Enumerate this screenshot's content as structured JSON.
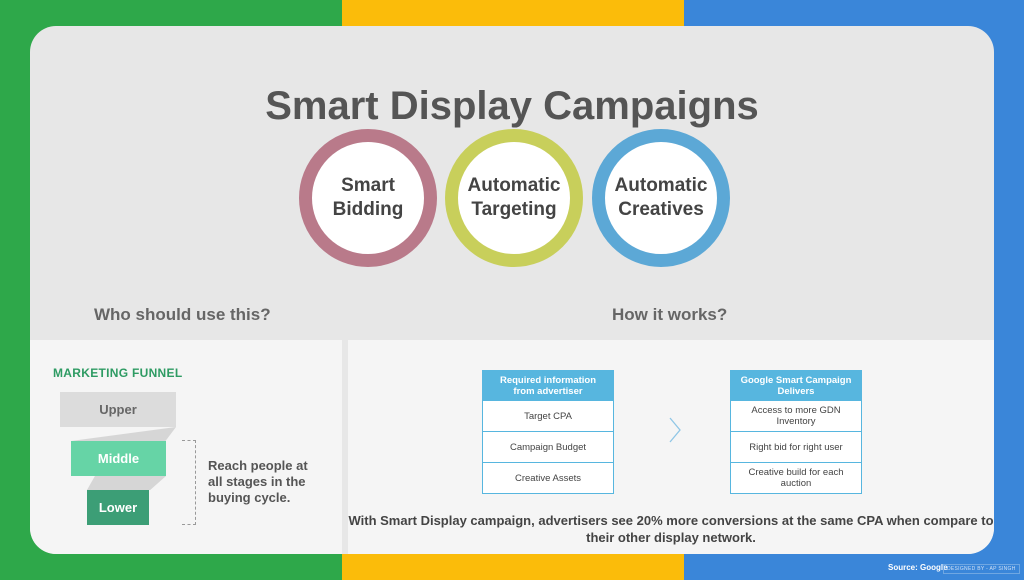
{
  "title": "Smart Display Campaigns",
  "colors": {
    "green": "#2ea84a",
    "yellow": "#fbbc0a",
    "blue": "#3a86d9",
    "circle_mauve": "#b97a8a",
    "circle_lime": "#c8cf5b",
    "circle_sky": "#5ca8d6",
    "header_blue": "#57b6df",
    "funnel_green": "#2e9b63"
  },
  "circles": [
    {
      "label": "Smart Bidding"
    },
    {
      "label": "Automatic Targeting"
    },
    {
      "label": "Automatic Creatives"
    }
  ],
  "who": {
    "heading": "Who should use this?",
    "funnel_label": "MARKETING FUNNEL",
    "stages": [
      "Upper",
      "Middle",
      "Lower"
    ],
    "reach_text": "Reach people at all stages in the buying cycle."
  },
  "how": {
    "heading": "How it works?",
    "left_column": {
      "header": "Required information from advertiser",
      "items": [
        "Target CPA",
        "Campaign Budget",
        "Creative Assets"
      ]
    },
    "right_column": {
      "header": "Google Smart Campaign Delivers",
      "items": [
        "Access to more GDN Inventory",
        "Right bid for right user",
        "Creative build for each auction"
      ]
    },
    "arrow_icon": "chevron-right-icon",
    "summary": "With Smart Display campaign, advertisers see 20% more conversions at the same CPA when compare to their other display network."
  },
  "footer": {
    "source": "Source: Google",
    "designed_by": "DESIGNED BY - AP SINGH"
  }
}
